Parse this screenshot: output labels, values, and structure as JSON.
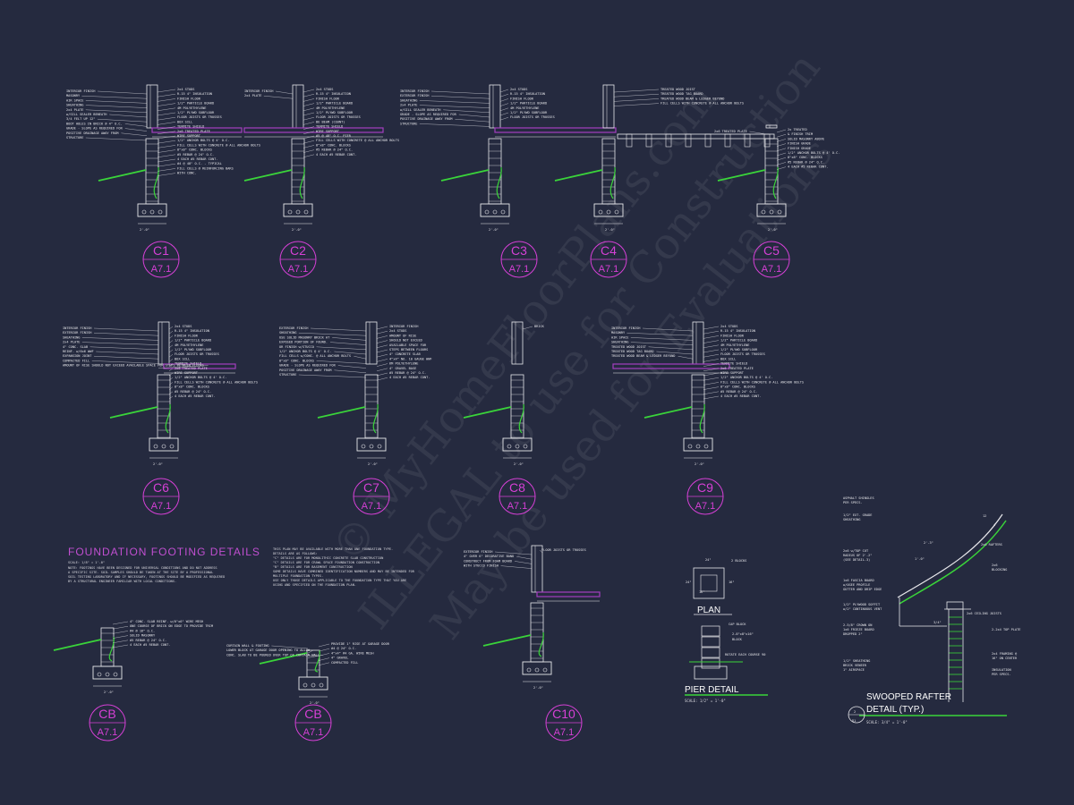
{
  "colors": {
    "background": "#252a3f",
    "outline": "#e8e8ec",
    "slab": "#a43fc0",
    "earth": "#3ad43a",
    "tag": "#d640d6"
  },
  "watermark": {
    "line1": "© MyHomeFloorPlans.com",
    "line2": "ILLEGAL to use for Construction",
    "line3": "May be used for Evaluations"
  },
  "sheet": "A7.1",
  "details": [
    {
      "id": "C1",
      "labels_left": [
        "INTERIOR FINISH",
        "MASONRY",
        "AIR SPACE",
        "SHEATHING",
        "2x4 PLATE",
        "w/SILL SEALER BENEATH",
        "3/4 FELT UP 12\"",
        "BOOT HOLES IN BRICK @ 4\" O.C.",
        "GRADE - SLOPE AS REQUIRED FOR",
        "POSITIVE DRAINAGE AWAY FROM",
        "STRUCTURE"
      ],
      "labels_right": [
        "2x4 STUDS",
        "R-15 4\" INSULATION",
        "FINISH FLOOR",
        "1/2\" PARTICLE BOARD",
        "4M POLYETHYLENE",
        "1/2\" PLYWD SUBFLOOR",
        "FLOOR JOISTS OR TRUSSES",
        "BOX SILL",
        "TERMITE SHIELD",
        "2x6 TREATED PLATE",
        "WIRE SUPPORT",
        "1/2\" ANCHOR BOLTS @ 4' O.C.",
        "FILL CELLS WITH CONCRETE @ ALL ANCHOR BOLTS",
        "8\"x8\" CONC. BLOCKS",
        "#5 REBAR @ 24\" O.C.",
        "4 EACH #5 REBAR CONT.",
        "#4 @ 48\" O.C. - TYPICAL",
        "FILL CELLS @ REINFORCING BARS",
        "WITH CONC."
      ],
      "dim": "2'-0\""
    },
    {
      "id": "C2",
      "labels_left": [
        "INTERIOR FINISH",
        "2x4 PLATE"
      ],
      "labels_right": [
        "2x4 STUDS",
        "R-15 4\" INSULATION",
        "FINISH FLOOR",
        "1/2\" PARTICLE BOARD",
        "4M POLYETHYLENE",
        "1/2\" PLYWD SUBFLOOR",
        "FLOOR JOISTS OR TRUSSES",
        "BU BEAM (COUNT)",
        "TERMITE SHIELD",
        "WIRE SUPPORT",
        "#5 @ 48\" O.C. PIER",
        "FILL CELLS WITH CONCRETE @ ALL ANCHOR BOLTS",
        "8\"x8\" CONC. BLOCKS",
        "#5 REBAR @ 24\" O.C.",
        "4 EACH #5 REBAR CONT."
      ],
      "dim": "2'-0\""
    },
    {
      "id": "C3",
      "labels_left": [
        "INTERIOR FINISH",
        "EXTERIOR FINISH",
        "SHEATHING",
        "2x4 PLATE",
        "w/SILL SEALER BENEATH",
        "GRADE - SLOPE AS REQUIRED FOR",
        "POSITIVE DRAINAGE AWAY FROM",
        "STRUCTURE"
      ],
      "labels_right": [
        "2x4 STUDS",
        "R-15 4\" INSULATION",
        "FINISH FLOOR",
        "1/2\" PARTICLE BOARD",
        "4M POLYETHYLENE",
        "1/2\" PLYWD SUBFLOOR",
        "FLOOR JOISTS OR TRUSSES"
      ],
      "dim": "2'-0\""
    },
    {
      "id": "C4",
      "labels_left": [],
      "labels_right": [
        "TREATED WOOD JOIST",
        "TREATED WOOD TAG BOARD",
        "TREATED WOOD BEAM & LEDGER BEYOND",
        "FILL CELLS WITH CONCRETE @ ALL ANCHOR BOLTS"
      ],
      "dim": "2'-0\""
    },
    {
      "id": "C5",
      "labels_left": [
        "2x6 TREATED PLATE"
      ],
      "labels_right": [
        "2x TREATED",
        "& FINISH TRIM",
        "SOLID MASONRY ABOVE",
        "FINISH GRADE",
        "FINISH GRADE",
        "1/2\" ANCHOR BOLTS @ 4' O.C.",
        "8\"x8\" CONC. BLOCKS",
        "#5 REBAR @ 24\" O.C.",
        "4 EACH #5 REBAR CONT."
      ],
      "dim": "2'-0\""
    },
    {
      "id": "C6",
      "labels_left": [
        "INTERIOR FINISH",
        "EXTERIOR FINISH",
        "SHEATHING",
        "2x4 PLATE",
        "4\" CONC. SLAB",
        "REINF. w/6x6 WWF",
        "EXPANSION JOINT",
        "COMPACTED FILL",
        "AMOUNT OF RISE SHOULD NOT EXCEED AVAILABLE SPACE FOR STEPS BETWEEN FLOORS"
      ],
      "labels_right": [
        "2x4 STUDS",
        "R-15 4\" INSULATION",
        "FINISH FLOOR",
        "1/2\" PARTICLE BOARD",
        "4M POLYETHYLENE",
        "1/2\" PLYWD SUBFLOOR",
        "FLOOR JOISTS OR TRUSSES",
        "BOX SILL",
        "TERMITE SHIELD",
        "2x6 TREATED PLATE",
        "WIRE SUPPORT",
        "1/2\" ANCHOR BOLTS @ 4' O.C.",
        "FILL CELLS WITH CONCRETE @ ALL ANCHOR BOLTS",
        "8\"x8\" CONC. BLOCKS",
        "#5 REBAR @ 24\" O.C.",
        "4 EACH #5 REBAR CONT."
      ],
      "dim": "2'-0\""
    },
    {
      "id": "C7",
      "labels_left": [
        "EXTERIOR FINISH",
        "SHEATHING",
        "USE SOLID MASONRY BRICK AT",
        "EXPOSED PORTION OF FOUND.",
        "OR FINISH w/STUCCO",
        "1/2\" ANCHOR BOLTS @ 4' O.C.",
        "FILL CELLS w/CONC. @ ALL ANCHOR BOLTS",
        "8\"x8\" CONC. BLOCKS",
        "GRADE - SLOPE AS REQUIRED FOR",
        "POSITIVE DRAINAGE AWAY FROM",
        "STRUCTURE"
      ],
      "labels_right": [
        "INTERIOR FINISH",
        "2x4 STUDS",
        "AMOUNT OF RISE",
        "SHOULD NOT EXCEED",
        "AVAILABLE SPACE FOR",
        "STEPS BETWEEN FLOORS",
        "4\" CONCRETE SLAB",
        "4\"x4\" NO. 10 GAUGE WWF",
        "6M POLYETHYLENE",
        "4\" GRAVEL BASE",
        "#5 REBAR @ 24\" O.C.",
        "4 EACH #5 REBAR CONT."
      ],
      "dim": "2'-0\""
    },
    {
      "id": "C8",
      "labels_left": [],
      "labels_right": [
        "BRICK"
      ],
      "dim": "2'-0\""
    },
    {
      "id": "C9",
      "labels_left": [
        "INTERIOR FINISH",
        "MASONRY",
        "AIR SPACE",
        "SHEATHING",
        "TREATED WOOD JOIST",
        "TREATED WOOD TAG BOARD",
        "TREATED WOOD BEAM & LEDGER BEYOND"
      ],
      "labels_right": [
        "2x4 STUDS",
        "R-15 4\" INSULATION",
        "FINISH FLOOR",
        "1/2\" PARTICLE BOARD",
        "4M POLYETHYLENE",
        "1/2\" PLYWD SUBFLOOR",
        "FLOOR JOISTS OR TRUSSES",
        "BOX SILL",
        "TERMITE SHIELD",
        "2x6 TREATED PLATE",
        "WIRE SUPPORT",
        "1/2\" ANCHOR BOLTS @ 4' O.C.",
        "FILL CELLS WITH CONCRETE @ ALL ANCHOR BOLTS",
        "8\"x8\" CONC. BLOCKS",
        "#5 REBAR @ 24\" O.C.",
        "4 EACH #5 REBAR CONT."
      ],
      "dim": "2'-0\""
    },
    {
      "id": "CB",
      "labels_left": [],
      "labels_right": [
        "4\" CONC. SLAB REINF. w/6\"x6\" WIRE MESH",
        "ONE COURSE OF BRICK ON EDGE TO PROVIDE TRIM",
        "#4 @ 16\" O.C.",
        "SOLID MASONRY",
        "#5 REBAR @ 24\" O.C.",
        "4 EACH #5 REBAR CONT."
      ],
      "dim": "2'-0\""
    },
    {
      "id": "CB",
      "labels_left": [
        "CURTAIN WALL & FOOTING",
        "LOWER BLOCK AT GARAGE DOOR OPENING TO ALLOW",
        "CONC. SLAB TO BE POURED OVER TOP OF CURTAIN WALL"
      ],
      "labels_right": [
        "PROVIDE 1\" RISE AT GARAGE DOOR",
        "#4 @ 24\" O.C.",
        "4\"x4\" #4 GA. WIRE MESH",
        "4\" GRAVEL",
        "COMPACTED FILL"
      ],
      "dim": "2'-0\""
    },
    {
      "id": "C10",
      "labels_left": [
        "EXTERIOR FINISH",
        "4\" OVER 6\" DECORATIVE BAND",
        "CONSTRUCT FROM FOAM BOARD",
        "WITH STUCCO FINISH"
      ],
      "labels_right": [
        "FLOOR JOISTS OR TRUSSES"
      ],
      "dim": "2'-0\""
    }
  ],
  "foundation_notes": {
    "title": "FOUNDATION FOOTING DETAILS",
    "scale": "SCALE:     1/8\" = 1'-0\"",
    "lines": [
      "NOTE: FOOTINGS HAVE BEEN DESIGNED FOR UNIVERSAL CONDITIONS AND DO NOT ADDRESS",
      "A SPECIFIC SITE. SOIL SAMPLES SHOULD BE TAKEN AT THE SITE BY A PROFESSIONAL",
      "SOIL TESTING LABORATORY AND IF NECESSARY, FOOTINGS SHOULD BE MODIFIED AS REQUIRED",
      "BY A STRUCTURAL ENGINEER FAMILIAR WITH LOCAL CONDITIONS."
    ]
  },
  "plan_notes": {
    "lines": [
      "THIS PLAN MAY BE AVAILABLE WITH MORE THAN ONE FOUNDATION TYPE.",
      "DETAILS ARE AS FOLLOWS:",
      "\"C\" DETAILS ARE FOR MONOLITHIC CONCRETE SLAB CONSTRUCTION",
      "\"C\" DETAILS ARE FOR CRAWL SPACE FOUNDATION CONSTRUCTION",
      "\"B\" DETAILS ARE FOR BASEMENT CONSTRUCTION",
      "SOME DETAILS HAVE COMBINED IDENTIFICATION NUMBERS AND MAY BE INTENDED FOR",
      "MULTIPLE FOUNDATION TYPES.",
      "USE ONLY THOSE DETAILS APPLICABLE TO THE FOUNDATION TYPE THAT YOU ARE",
      "USING AND SPECIFIED ON THE FOUNDATION PLAN."
    ]
  },
  "pier": {
    "plan_title": "PLAN",
    "detail_title": "PIER DETAIL",
    "scale": "SCALE: 1/2\" = 1'-0\"",
    "dims": [
      "24\"",
      "16\"",
      "24\"",
      "16\""
    ],
    "labels": [
      "2 BLOCKS",
      "CAP BLOCK",
      "2-8\"x8\"x16\"",
      "BLOCK",
      "ROTATE EACH COURSE 90"
    ]
  },
  "rafter": {
    "title_line1": "SWOOPED RAFTER",
    "title_line2": "DETAIL (TYP.)",
    "scale": "SCALE: 3/4\" = 1'-0\"",
    "num": "2",
    "sheet": "D1",
    "pitch": "12",
    "pitch_rise": "4",
    "dim_top": "2'-3\"",
    "dim_mid": "1'-0\"",
    "dim_bottom": "3/4\"",
    "labels_left": [
      "ASPHALT SHINGLES",
      "PER SPECS.",
      "1/2\" EXT. GRADE",
      "SHEATHING",
      "2x6 w/TOP CUT",
      "RADIUS OF 2'-2\"",
      "(SEE DETAIL-3)",
      "1x6 FASCIA BOARD",
      "w/OGEE PROFILE",
      "GUTTER AND DRIP EDGE",
      "1/2\" PLYWOOD SOFFIT",
      "w/2\" CONTINUOUS VENT",
      "2-5/8\" CROWN ON",
      "1x6 FRIEZE BOARD",
      "DROPPED 2\"",
      "1/2\" SHEATHING",
      "BRICK VENEER",
      "1\" AIRSPACE"
    ],
    "labels_right": [
      "2x6 RAFTERS",
      "2x6",
      "BLOCKING",
      "2x6 CEILING JOISTS",
      "2-2x4 TOP PLATE",
      "2x4 FRAMING @",
      "16\" ON CENTER",
      "INSULATION",
      "PER SPECS."
    ]
  }
}
